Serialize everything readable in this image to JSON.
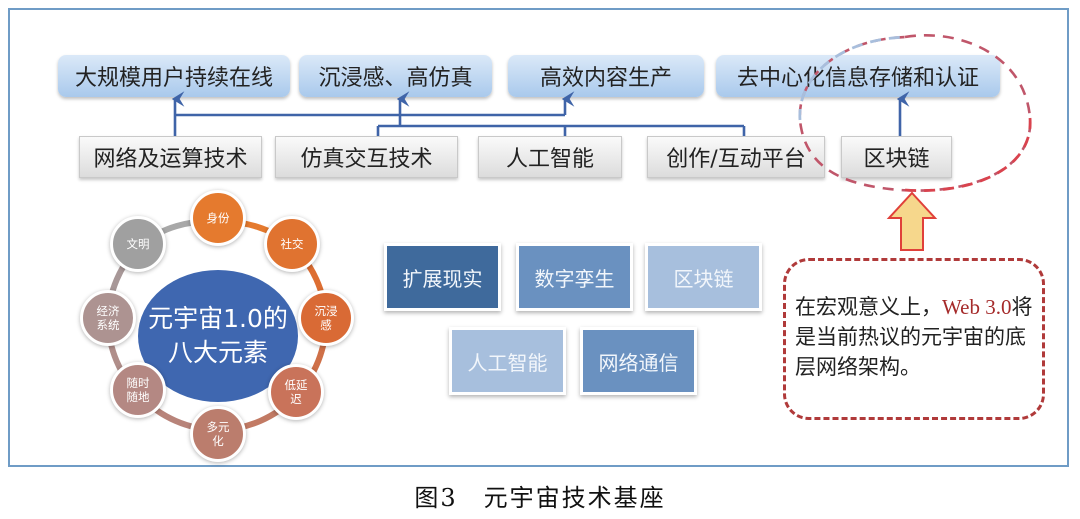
{
  "figure": {
    "caption_label": "图3",
    "caption_title": "元宇宙技术基座"
  },
  "capabilities": [
    {
      "label": "大规模用户持续在线"
    },
    {
      "label": "沉浸感、高仿真"
    },
    {
      "label": "高效内容生产"
    },
    {
      "label": "去中心化信息存储和认证"
    }
  ],
  "technologies": [
    {
      "label": "网络及运算技术"
    },
    {
      "label": "仿真交互技术"
    },
    {
      "label": "人工智能"
    },
    {
      "label": "创作/互动平台"
    },
    {
      "label": "区块链"
    }
  ],
  "elements_ring": {
    "center_line1": "元宇宙1.0的",
    "center_line2": "八大元素",
    "nodes": [
      {
        "label": "身份",
        "color": "#e57a2e"
      },
      {
        "label": "社交",
        "color": "#e07330"
      },
      {
        "label": "沉浸感",
        "color": "#d96a35"
      },
      {
        "label": "低延迟",
        "color": "#c9735a"
      },
      {
        "label": "多元化",
        "color": "#bb7d6d"
      },
      {
        "label": "随时随地",
        "color": "#b48883"
      },
      {
        "label": "经济系统",
        "color": "#ad9391"
      },
      {
        "label": "文明",
        "color": "#a0a0a0"
      }
    ]
  },
  "tech_tiles": [
    {
      "label": "扩展现实",
      "color": "#3f6a9c"
    },
    {
      "label": "数字孪生",
      "color": "#6a91c0"
    },
    {
      "label": "区块链",
      "color": "#a7bfdd"
    },
    {
      "label": "人工智能",
      "color": "#a7bfdd"
    },
    {
      "label": "网络通信",
      "color": "#6a91c0"
    }
  ],
  "callout": {
    "text_part1": "在宏观意义上，",
    "highlight": "Web 3.0",
    "text_part2": "将是当前热议的元宇宙的底层网络架构。"
  },
  "colors": {
    "connector": "#3f64a8",
    "frame": "#6f9cc6",
    "dashed_ellipse_blue": "#a8bedc",
    "dashed_ellipse_red": "#d9434e",
    "callout_border": "#b03a3a",
    "arrow_fill": "#f6d78c",
    "arrow_stroke": "#e0403a"
  }
}
